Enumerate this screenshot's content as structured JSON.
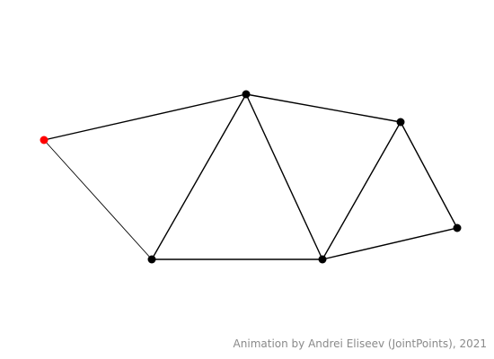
{
  "diagram": {
    "edges": [
      {
        "from": "red",
        "to": "n1",
        "weight": "thick"
      },
      {
        "from": "red",
        "to": "n3",
        "weight": "thin"
      },
      {
        "from": "n1",
        "to": "n2",
        "weight": "thick"
      },
      {
        "from": "n1",
        "to": "n3",
        "weight": "thick"
      },
      {
        "from": "n1",
        "to": "n4",
        "weight": "thick"
      },
      {
        "from": "n2",
        "to": "n4",
        "weight": "thick"
      },
      {
        "from": "n2",
        "to": "n5",
        "weight": "thick"
      },
      {
        "from": "n3",
        "to": "n4",
        "weight": "thick"
      },
      {
        "from": "n4",
        "to": "n5",
        "weight": "thick"
      }
    ],
    "colors": {
      "edge": "#000000",
      "node": "#000000",
      "highlight_node": "#ff0000"
    }
  },
  "credit": {
    "text": "Animation by Andrei Eliseev (JointPoints), 2021"
  }
}
